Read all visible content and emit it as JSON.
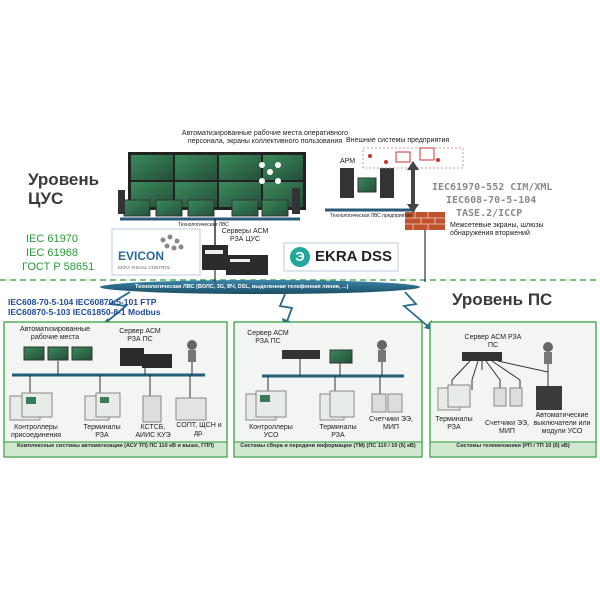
{
  "levels": {
    "tsus": "Уровень\nЦУС",
    "ps": "Уровень  ПС"
  },
  "top": {
    "arm_caption": "Автоматизированные рабочие места оперативного персонала, экраны коллективного пользования",
    "tech_lan_cus": "Технологическая ЛВС",
    "servers_cus": "Серверы АСМ РЗА ЦУС",
    "external_systems": "Внешние системы предприятия",
    "arm_label": "АРМ",
    "enterprise_lan": "Технологическая ЛВС предприятия",
    "firewall_caption": "Межсетевые экраны, шлюзы обнаружения вторжений"
  },
  "standards_left": [
    "IEC 61970",
    "IEC 61968",
    "ГОСТ Р 58651"
  ],
  "standards_right": [
    "IEC61970-552 CIM/XML",
    "IEC608-70-5-104",
    "TASE.2/ICCP"
  ],
  "logos": {
    "evicon": "EVICON",
    "evicon_sub": "EKRA VISUAL CONTROL",
    "ekra": "EKRA DSS"
  },
  "main_bus": "Технологическая ЛВС (ВОЛС, 3G, ВЧ, DSL, выделенная телефонная линия, ...)",
  "protocols": [
    "IEC608-70-5-104  IEC60870-5-101 FTP",
    "IEC60870-5-103  IEC61850-8-1 Modbus"
  ],
  "panel1": {
    "arm": "Автоматизированные рабочие места",
    "server": "Сервер АСМ РЗА ПС",
    "controllers": "Контроллеры присоединения",
    "terminals": "Терминалы РЗА",
    "kstsb": "КСТСБ, АИИС КУЭ",
    "sopt": "СОПТ, ЩСН и др.",
    "footer": "Комплексные системы автоматизации (АСУ ТП) ПС 110 кВ и выше, ГПП)"
  },
  "panel2": {
    "server": "Сервер АСМ РЗА ПС",
    "controllers": "Контроллеры УСО",
    "terminals": "Терминалы РЗА",
    "meters": "Счетчики ЭЭ, МИП",
    "footer": "Системы сбора и передачи информации (ТМ) (ПС 110 / 10 (6) кВ)"
  },
  "panel3": {
    "server": "Сервер АСМ РЗА ПС",
    "terminals": "Терминалы РЗА",
    "meters": "Счетчики ЭЭ, МИП",
    "breakers": "Автоматические выключатели или модули УСО",
    "footer": "Системы телемеханики (РП / ТП 10 (6) кВ)"
  },
  "colors": {
    "green": "#2a9a35",
    "bus": "#245f7a",
    "screen": "#2f6a4a",
    "panel_fill": "#f2f5f2",
    "panel_bar": "#cfe8cf",
    "blue_text": "#1e4a9a"
  }
}
